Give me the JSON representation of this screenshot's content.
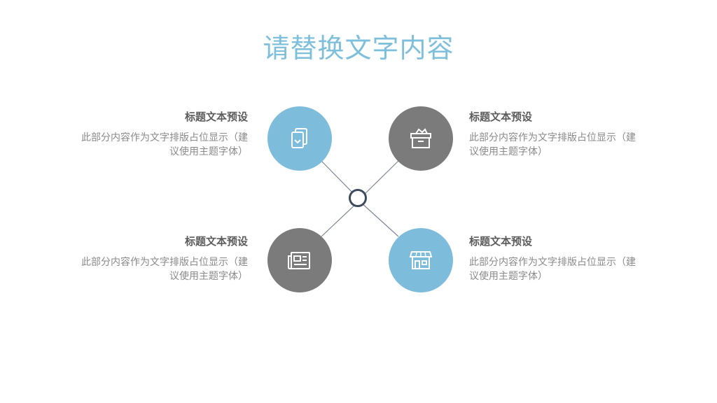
{
  "title": "请替换文字内容",
  "items": [
    {
      "heading": "标题文本预设",
      "body": "此部分内容作为文字排版占位显示（建议使用主题字体）",
      "icon": "documents-icon",
      "color": "#7ebcdc"
    },
    {
      "heading": "标题文本预设",
      "body": "此部分内容作为文字排版占位显示（建议使用主题字体）",
      "icon": "box-icon",
      "color": "#7b7b7b"
    },
    {
      "heading": "标题文本预设",
      "body": "此部分内容作为文字排版占位显示（建议使用主题字体）",
      "icon": "newspaper-icon",
      "color": "#7b7b7b"
    },
    {
      "heading": "标题文本预设",
      "body": "此部分内容作为文字排版占位显示（建议使用主题字体）",
      "icon": "store-icon",
      "color": "#7ebcdc"
    }
  ],
  "colors": {
    "accent": "#7ebcdc",
    "gray": "#7b7b7b",
    "center": "#3e4a5e"
  }
}
